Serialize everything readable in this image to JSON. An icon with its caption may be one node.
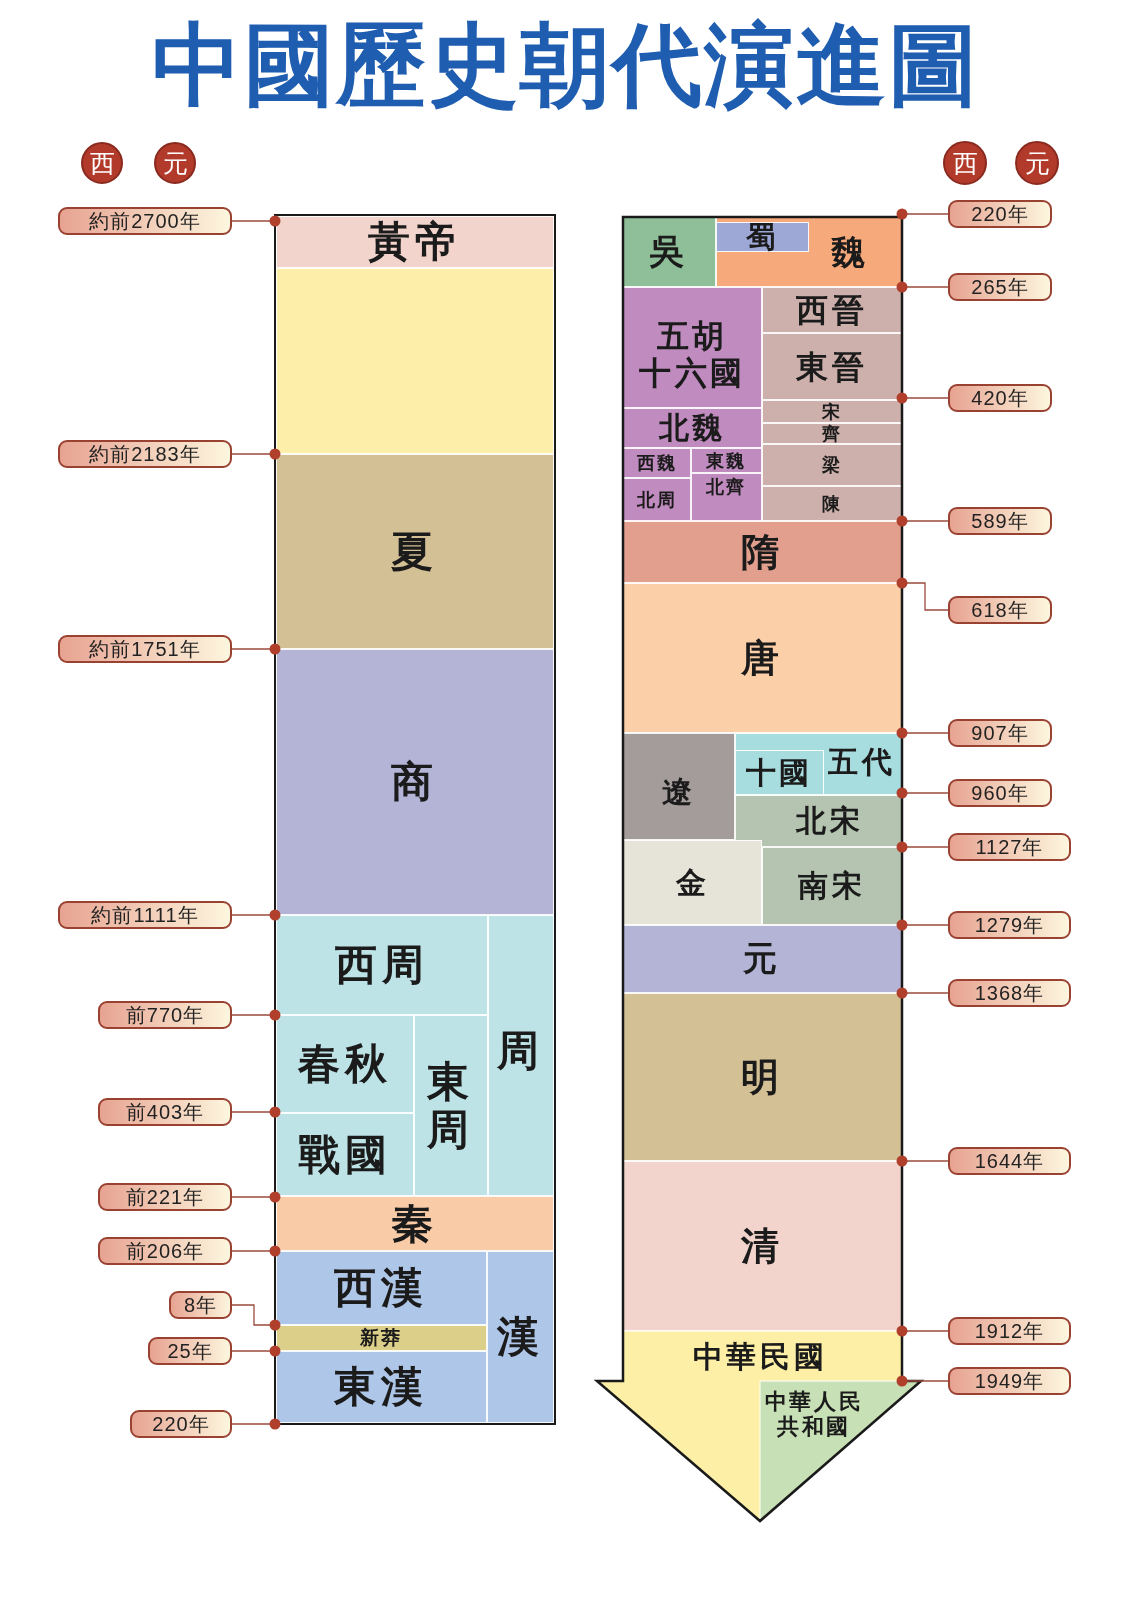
{
  "diagram": {
    "title": "中國歷史朝代演進圖",
    "nodes": [
      {
        "text": [
          "西"
        ]
      },
      {
        "text": [
          "元"
        ]
      },
      {
        "text": [
          "西"
        ]
      },
      {
        "text": [
          "元"
        ]
      },
      {
        "text": [],
        "shape": "box"
      },
      {
        "text": [
          "黃帝"
        ],
        "in": 4
      },
      {
        "text": [],
        "shape": "box",
        "in": 4
      },
      {
        "text": [
          "夏"
        ],
        "in": 4
      },
      {
        "text": [
          "商"
        ],
        "in": 4
      },
      {
        "text": [
          "西周"
        ],
        "in": 4
      },
      {
        "text": [
          "周"
        ],
        "in": 4
      },
      {
        "text": [
          "春秋"
        ],
        "in": 4
      },
      {
        "text": [
          "東周"
        ],
        "in": 4
      },
      {
        "text": [
          "戰國"
        ],
        "in": 4
      },
      {
        "text": [
          "秦"
        ],
        "in": 4
      },
      {
        "text": [
          "西漢"
        ],
        "in": 4
      },
      {
        "text": [
          "漢"
        ],
        "in": 4
      },
      {
        "text": [
          "新莽"
        ],
        "in": 4
      },
      {
        "text": [
          "東漢"
        ],
        "in": 4
      },
      {
        "text": [
          "約前2700年"
        ]
      },
      {
        "text": [
          "約前2183年"
        ]
      },
      {
        "text": [
          "約前1751年"
        ]
      },
      {
        "text": [
          "約前1111年"
        ]
      },
      {
        "text": [
          "前770年"
        ]
      },
      {
        "text": [
          "前403年"
        ]
      },
      {
        "text": [
          "前221年"
        ]
      },
      {
        "text": [
          "前206年"
        ]
      },
      {
        "text": [
          "8年"
        ]
      },
      {
        "text": [
          "25年"
        ]
      },
      {
        "text": [
          "220年"
        ]
      },
      {
        "text": [],
        "shape": "arrow"
      },
      {
        "text": [
          "吳"
        ],
        "in": 30
      },
      {
        "text": [
          "魏"
        ],
        "in": 30
      },
      {
        "text": [
          "蜀"
        ],
        "in": 32
      },
      {
        "text": [
          "西晉"
        ],
        "in": 30
      },
      {
        "text": [
          "五胡十六國"
        ],
        "in": 30
      },
      {
        "text": [
          "東晉"
        ],
        "in": 30
      },
      {
        "text": [
          "宋"
        ],
        "in": 30
      },
      {
        "text": [
          "北魏"
        ],
        "in": 30
      },
      {
        "text": [
          "齊"
        ],
        "in": 30
      },
      {
        "text": [
          "梁"
        ],
        "in": 30
      },
      {
        "text": [
          "西魏"
        ],
        "in": 30
      },
      {
        "text": [
          "東魏"
        ],
        "in": 30
      },
      {
        "text": [
          "北齊"
        ],
        "in": 30
      },
      {
        "text": [
          "北周"
        ],
        "in": 30
      },
      {
        "text": [
          "陳"
        ],
        "in": 30
      },
      {
        "text": [
          "隋"
        ],
        "in": 30
      },
      {
        "text": [
          "唐"
        ],
        "in": 30
      },
      {
        "text": [
          "五代"
        ],
        "in": 30
      },
      {
        "text": [
          "遼"
        ],
        "in": 30
      },
      {
        "text": [
          "十國"
        ],
        "in": 48
      },
      {
        "text": [
          "北宋"
        ],
        "in": 30
      },
      {
        "text": [
          "金"
        ],
        "in": 30
      },
      {
        "text": [
          "南宋"
        ],
        "in": 30
      },
      {
        "text": [
          "元"
        ],
        "in": 30
      },
      {
        "text": [
          "明"
        ],
        "in": 30
      },
      {
        "text": [
          "清"
        ],
        "in": 30
      },
      {
        "text": [
          "中華民國"
        ],
        "in": 30
      },
      {
        "text": [
          "中華人民共和國"
        ],
        "in": 30
      },
      {
        "text": [
          "220年"
        ]
      },
      {
        "text": [
          "265年"
        ]
      },
      {
        "text": [
          "420年"
        ]
      },
      {
        "text": [
          "589年"
        ]
      },
      {
        "text": [
          "618年"
        ]
      },
      {
        "text": [
          "907年"
        ]
      },
      {
        "text": [
          "960年"
        ]
      },
      {
        "text": [
          "1127年"
        ]
      },
      {
        "text": [
          "1279年"
        ]
      },
      {
        "text": [
          "1368年"
        ]
      },
      {
        "text": [
          "1644年"
        ]
      },
      {
        "text": [
          "1912年"
        ]
      },
      {
        "text": [
          "1949年"
        ]
      }
    ],
    "edges": [
      {
        "from": 19,
        "to": 4,
        "arrow": "other"
      },
      {
        "from": 20,
        "to": 4,
        "arrow": "other"
      },
      {
        "from": 21,
        "to": 4,
        "arrow": "other"
      },
      {
        "from": 22,
        "to": 4,
        "arrow": "other"
      },
      {
        "from": 23,
        "to": 4,
        "arrow": "other"
      },
      {
        "from": 24,
        "to": 4,
        "arrow": "other"
      },
      {
        "from": 25,
        "to": 4,
        "arrow": "other"
      },
      {
        "from": 26,
        "to": 4,
        "arrow": "other"
      },
      {
        "from": 27,
        "to": 4,
        "arrow": "other"
      },
      {
        "from": 28,
        "to": 4,
        "arrow": "other"
      },
      {
        "from": 29,
        "to": 4,
        "arrow": "other"
      },
      {
        "from": 59,
        "to": 30,
        "arrow": "other"
      },
      {
        "from": 60,
        "to": 30,
        "arrow": "other"
      },
      {
        "from": 61,
        "to": 30,
        "arrow": "other"
      },
      {
        "from": 62,
        "to": 30,
        "arrow": "other"
      },
      {
        "from": 63,
        "to": 30,
        "arrow": "other"
      },
      {
        "from": 64,
        "to": 30,
        "arrow": "other"
      },
      {
        "from": 65,
        "to": 30,
        "arrow": "other"
      },
      {
        "from": 66,
        "to": 30,
        "arrow": "other"
      },
      {
        "from": 67,
        "to": 30,
        "arrow": "other"
      },
      {
        "from": 68,
        "to": 30,
        "arrow": "other"
      },
      {
        "from": 69,
        "to": 30,
        "arrow": "other"
      },
      {
        "from": 70,
        "to": 30,
        "arrow": "other"
      },
      {
        "from": 71,
        "to": 30,
        "arrow": "other"
      }
    ]
  }
}
